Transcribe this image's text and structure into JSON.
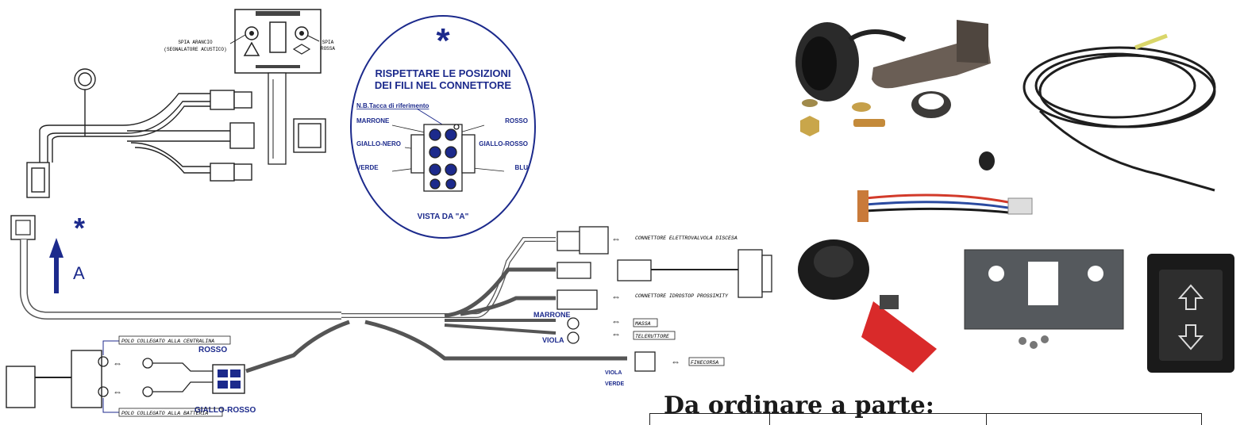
{
  "panel": {
    "led_orange_label_1": "SPIA ARANCIO",
    "led_orange_label_2": "(SEGNALATORE ACUSTICO)",
    "led_red_label_1": "SPIA",
    "led_red_label_2": "ROSSA"
  },
  "connector_detail": {
    "title_1": "RISPETTARE LE POSIZIONI",
    "title_2": "DEI FILI NEL CONNETTORE",
    "note": "N.B.Tacca di riferimento",
    "left_wires": [
      "MARRONE",
      "GIALLO-NERO",
      "VERDE"
    ],
    "right_wires": [
      "ROSSO",
      "GIALLO-ROSSO",
      "BLU"
    ],
    "view_label": "VISTA DA \"A\""
  },
  "harness": {
    "arrow_label": "A",
    "connections": [
      "CONNETTORE ELETTROVALVOLA DISCESA",
      "CONNETTORE IDROSTOP PROSSIMITY",
      "MASSA",
      "TELERUTTORE",
      "FINECORSA"
    ],
    "wire_marrone": "MARRONE",
    "wire_viola_1": "VIOLA",
    "wire_viola_2": "VIOLA",
    "wire_verde": "VERDE",
    "wire_rosso": "ROSSO",
    "wire_giallo_rosso": "GIALLO-ROSSO",
    "pole_centralina": "POLO COLLEGATO ALLA CENTRALINA",
    "pole_batteria": "POLO COLLEGATO ALLA BATTERIA"
  },
  "order": {
    "title": "Da ordinare a parte:"
  },
  "colors": {
    "accent_blue": "#1c2a8c",
    "ink": "#222222"
  }
}
